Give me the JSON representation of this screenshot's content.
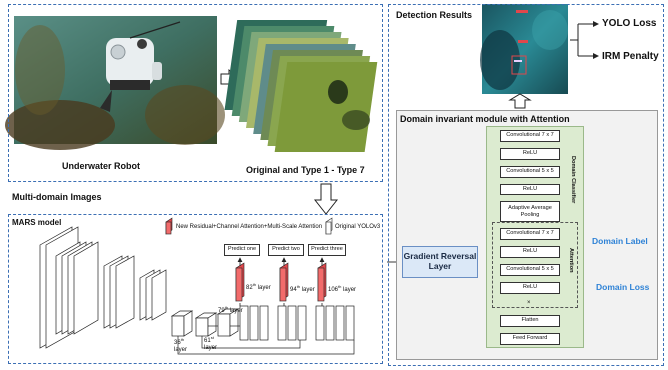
{
  "top_left": {
    "robot_label": "Underwater Robot",
    "types_label": "Original and Type 1 - Type 7",
    "multi_domain_label": "Multi-domain Images"
  },
  "mars": {
    "title": "MARS model",
    "legend_new": "New Residual+Channel Attention+Multi-Scale Attention",
    "legend_orig": "Original YOLOv3",
    "predict": [
      "Predict one",
      "Predict two",
      "Predict three"
    ],
    "layers": {
      "l82": "82",
      "l94": "94",
      "l106": "106",
      "l79": "79",
      "l36": "36",
      "l61": "61",
      "th": "th",
      "st": "st",
      "layer": "layer"
    }
  },
  "detection": {
    "title": "Detection Results",
    "yolo_loss": "YOLO Loss",
    "irm_penalty": "IRM Penalty"
  },
  "domain_module": {
    "title": "Domain invariant module with Attention",
    "grl": "Gradient Reversal Layer",
    "classifier_label": "Domain Classifier",
    "attention_label": "Attention",
    "classifier_blocks": [
      "Convolutional 7 x 7",
      "ReLU",
      "Convolutional 5 x 5",
      "ReLU",
      "Adaptive Average Pooling"
    ],
    "attention_blocks": [
      "Convolutional 7 x 7",
      "ReLU",
      "Convolutional 5 x 5",
      "ReLU"
    ],
    "tail_blocks": [
      "Flatten",
      "Feed Forward"
    ],
    "domain_label": "Domain Label",
    "domain_loss": "Domain Loss",
    "mult_symbol": "×"
  },
  "colors": {
    "dash_border": "#3c6fb4",
    "grl_fill": "#dbe8f7",
    "green_fill": "#dcebd0",
    "accent_red": "#e0474c",
    "label_blue": "#2e82d6"
  }
}
